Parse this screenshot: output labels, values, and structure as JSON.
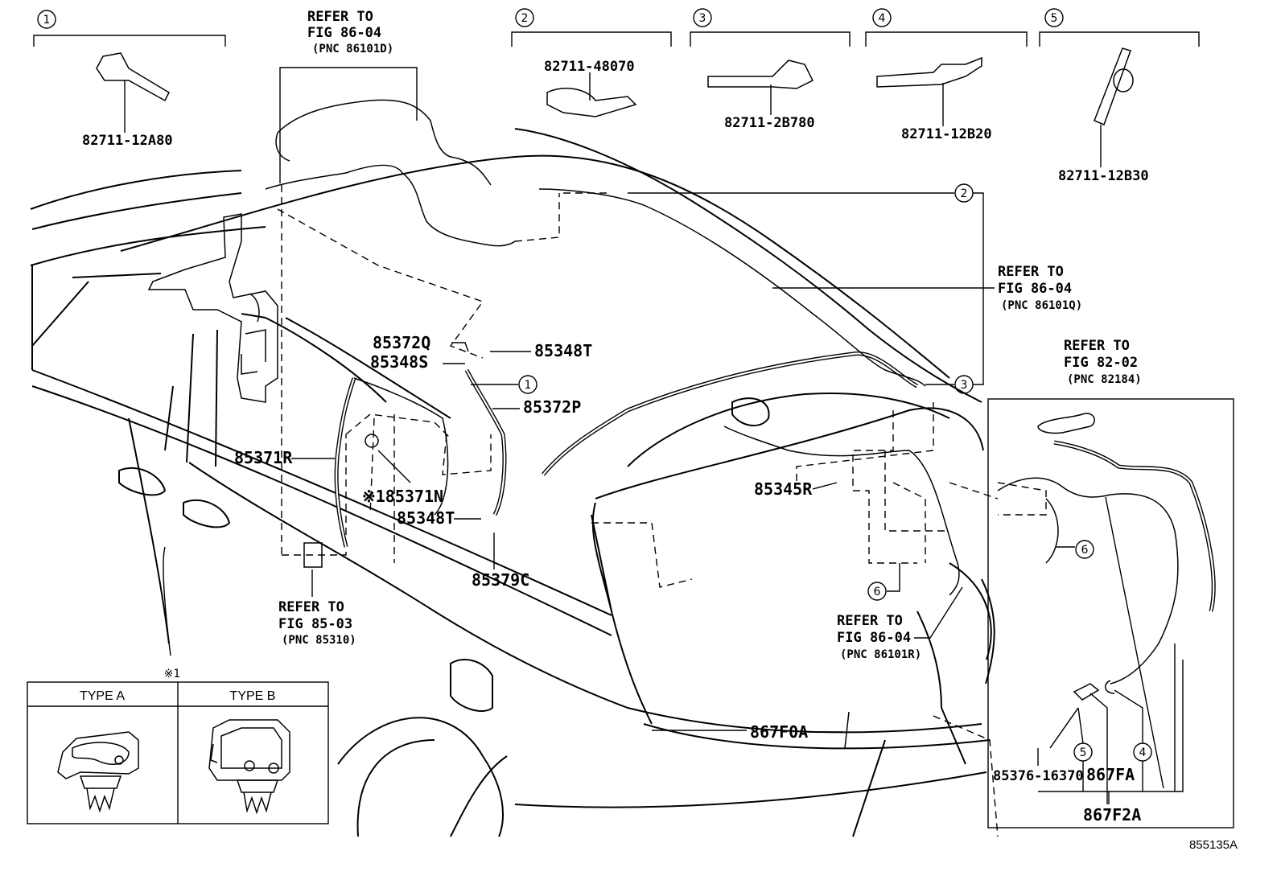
{
  "groups": [
    {
      "num": "1",
      "part": "82711-12A80"
    },
    {
      "num": "2",
      "part": "82711-48070"
    },
    {
      "num": "3",
      "part": "82711-2B780"
    },
    {
      "num": "4",
      "part": "82711-12B20"
    },
    {
      "num": "5",
      "part": "82711-12B30"
    }
  ],
  "refs": [
    {
      "line1": "REFER TO",
      "line2": "FIG 86-04",
      "pnc": "(PNC 86101D)"
    },
    {
      "line1": "REFER TO",
      "line2": "FIG 86-04",
      "pnc": "(PNC 86101Q)"
    },
    {
      "line1": "REFER TO",
      "line2": "FIG 82-02",
      "pnc": "(PNC 82184)"
    },
    {
      "line1": "REFER TO",
      "line2": "FIG 85-03",
      "pnc": "(PNC 85310)"
    },
    {
      "line1": "REFER TO",
      "line2": "FIG 86-04",
      "pnc": "(PNC 86101R)"
    }
  ],
  "parts": {
    "p85372Q": "85372Q",
    "p85348S": "85348S",
    "p85348T_top": "85348T",
    "p85372P": "85372P",
    "p85371R": "85371R",
    "p85371N": "※185371N",
    "p85348T_mid": "85348T",
    "p85379C": "85379C",
    "p85345R": "85345R",
    "p867F0A": "867F0A",
    "p85376": "85376-16370",
    "p867FA": "867FA",
    "p867F2A": "867F2A"
  },
  "callouts": {
    "c1": "1",
    "c2": "2",
    "c3": "3",
    "c6a": "6",
    "c6b": "6",
    "c5": "5",
    "c4": "4"
  },
  "inset": {
    "note": "※1",
    "type_a": "TYPE A",
    "type_b": "TYPE B"
  },
  "figure_number": "855135A"
}
